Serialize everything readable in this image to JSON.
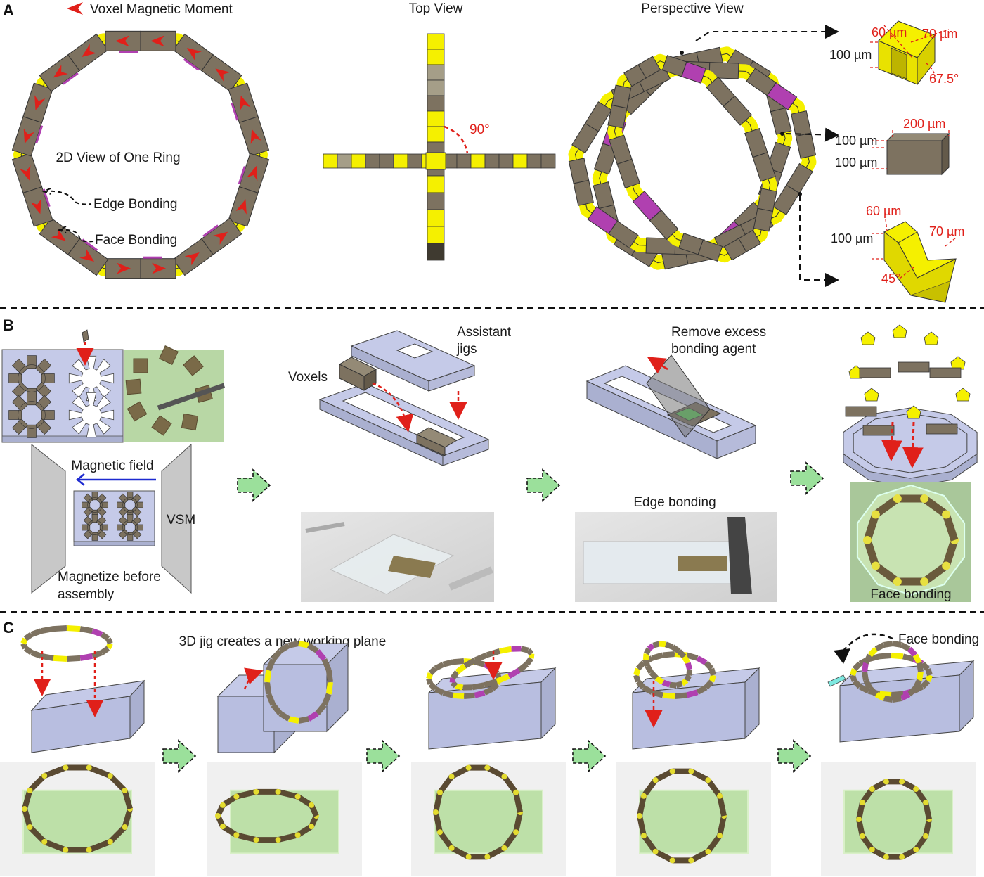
{
  "panels": {
    "a": "A",
    "b": "B",
    "c": "C"
  },
  "panel_a": {
    "legend": "Voxel Magnetic Moment",
    "ring_label": "2D View of One Ring",
    "edge_bonding": "Edge Bonding",
    "face_bonding": "Face Bonding",
    "top_view": "Top View",
    "angle_90": "90°",
    "perspective_view": "Perspective View",
    "voxel1": {
      "w": "60 µm",
      "d": "70 µm",
      "h": "100 µm",
      "angle": "67.5°"
    },
    "voxel2": {
      "l": "200 µm",
      "w": "100 µm",
      "h": "100 µm"
    },
    "voxel3": {
      "w": "60 µm",
      "d": "70 µm",
      "h": "100 µm",
      "angle": "45°"
    }
  },
  "panel_b": {
    "magnetic_field": "Magnetic field",
    "vsm": "VSM",
    "magnetize": [
      "Magnetize before",
      "assembly"
    ],
    "assistant": [
      "Assistant",
      "jigs"
    ],
    "voxels": "Voxels",
    "remove": [
      "Remove excess",
      "bonding agent"
    ],
    "edge_bonding": "Edge bonding",
    "face_bonding": "Face bonding"
  },
  "panel_c": {
    "jig_text": "3D jig creates a new working plane",
    "face_bonding": "Face bonding"
  },
  "colors": {
    "brown": "#7d7260",
    "yellow": "#f5f000",
    "magenta": "#b040b0",
    "jig": "#c5cae8",
    "arrow": "#e0201a",
    "green_arrow": "#9be09b"
  }
}
